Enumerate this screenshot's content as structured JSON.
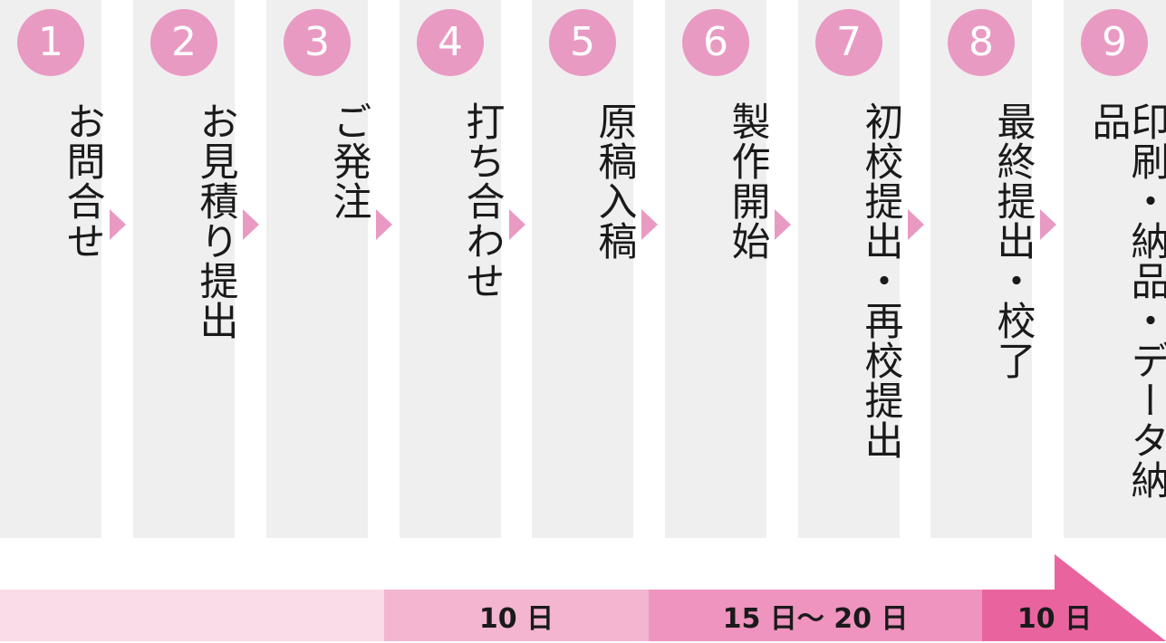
{
  "steps": [
    {
      "number": "1",
      "label": "お問合せ"
    },
    {
      "number": "2",
      "label": "お見積り提出"
    },
    {
      "number": "3",
      "label": "ご発注"
    },
    {
      "number": "4",
      "label": "打ち合わせ"
    },
    {
      "number": "5",
      "label": "原稿入稿"
    },
    {
      "number": "6",
      "label": "製作開始"
    },
    {
      "number": "7",
      "label": "初校提出・再校提出"
    },
    {
      "number": "8",
      "label": "最終提出・校了"
    },
    {
      "number": "9",
      "label": "印刷・納品・データ納品"
    }
  ],
  "timeline": {
    "segments": [
      {
        "label": ""
      },
      {
        "label": "10 日"
      },
      {
        "label": "15 日〜 20 日"
      },
      {
        "label": "10 日"
      }
    ]
  },
  "colors": {
    "badge": "#e99ac2",
    "column": "#efefef",
    "segment1": "#fadbe8",
    "segment2": "#f3b5d0",
    "segment3": "#ee94bf",
    "arrow": "#e9649f"
  }
}
